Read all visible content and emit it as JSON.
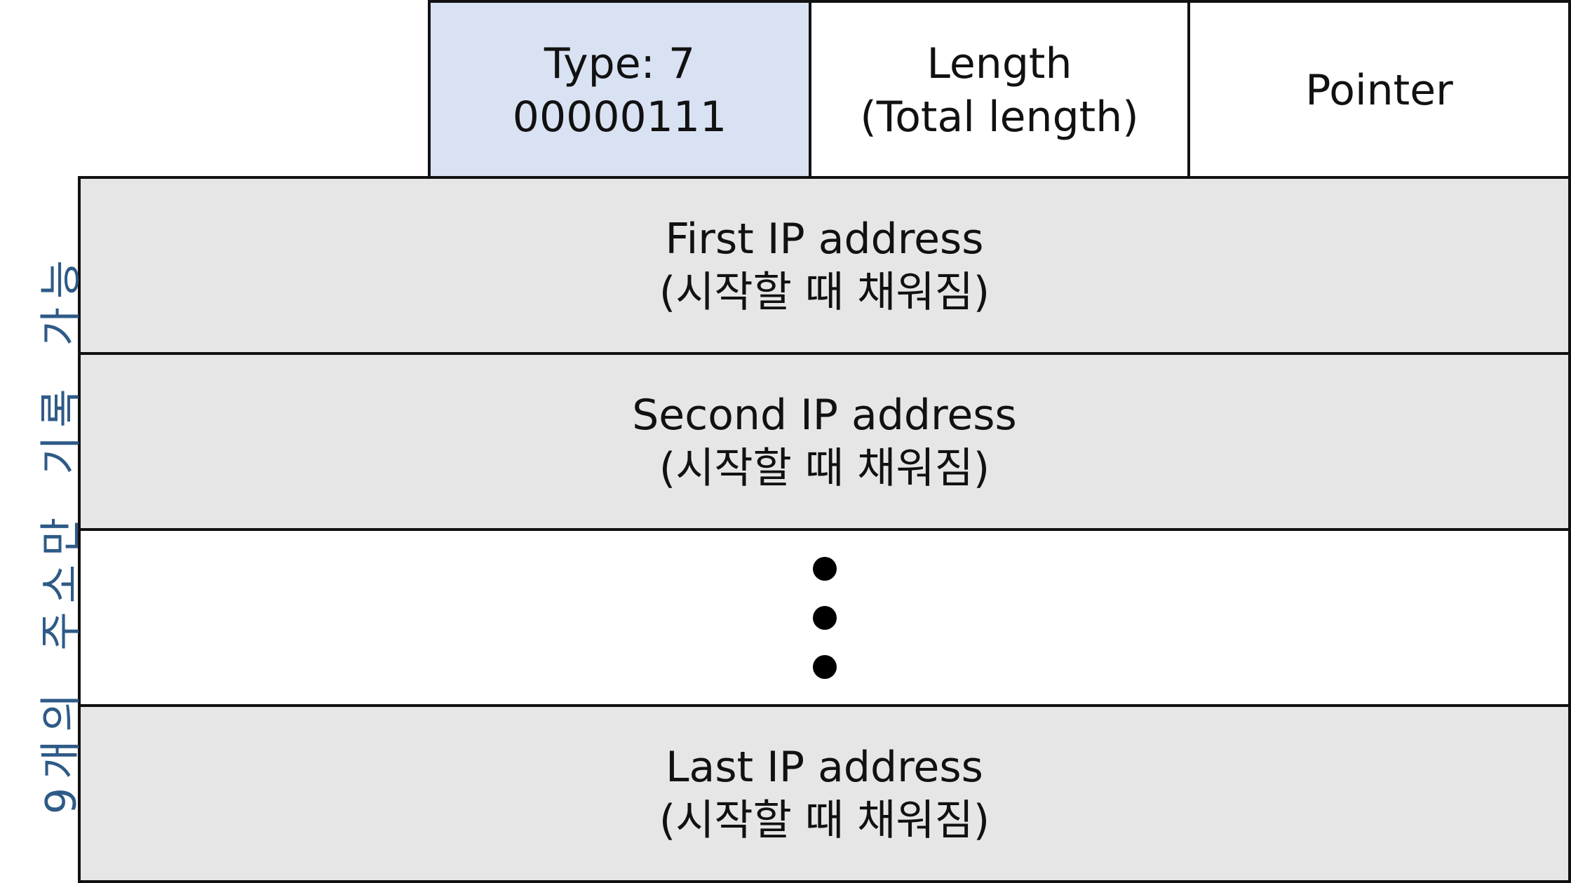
{
  "colors": {
    "type_fill": "#d9e2f3",
    "row_fill": "#e6e6e6",
    "empty_fill": "#ffffff",
    "border": "#111111",
    "side_label": "#2e5a87"
  },
  "header": {
    "type": {
      "line1": "Type: 7",
      "line2": "00000111"
    },
    "length": {
      "line1": "Length",
      "line2": "(Total length)"
    },
    "pointer": {
      "line1": "Pointer"
    }
  },
  "rows": [
    {
      "line1": "First IP address",
      "line2": "(시작할 때 채워짐)"
    },
    {
      "line1": "Second IP address",
      "line2": "(시작할 때 채워짐)"
    },
    {
      "line1": "Last IP address",
      "line2": "(시작할 때 채워짐)"
    }
  ],
  "side_label": "9개의 주소만 기록 가능"
}
